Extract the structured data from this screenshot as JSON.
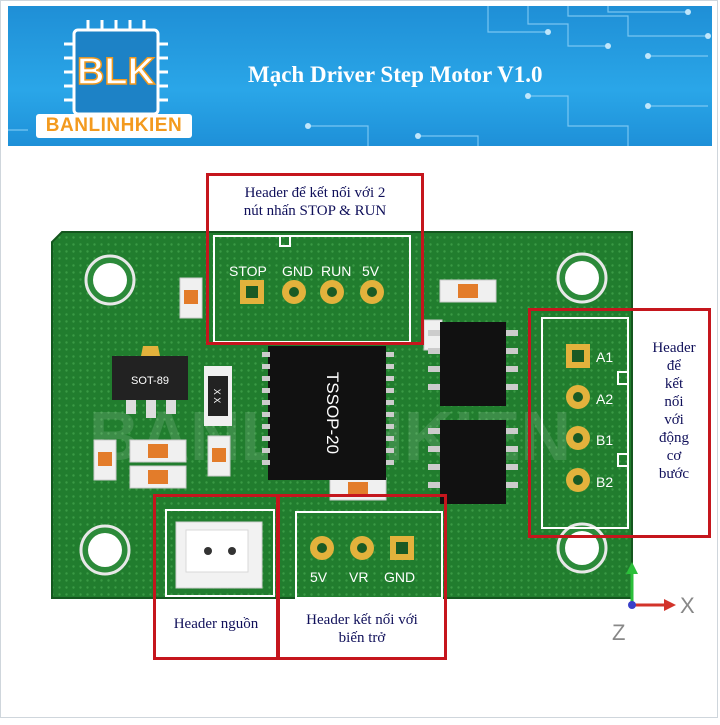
{
  "brand": {
    "logo_text": "BLK",
    "name": "BANLINHKIEN"
  },
  "title": "Mạch Driver Step Motor V1.0",
  "board": {
    "watermark": "BANLINHKIEN",
    "ic_sot": "SOT-89",
    "ic_tssop": "TSSOP-20",
    "resistor_mark": "X X",
    "top_header_pins": [
      "STOP",
      "GND",
      "RUN",
      "5V"
    ],
    "motor_header_pins": [
      "A1",
      "A2",
      "B1",
      "B2"
    ],
    "pot_header_pins": [
      "5V",
      "VR",
      "GND"
    ]
  },
  "callouts": {
    "top_header": [
      "Header để kết nối với 2",
      "nút nhấn STOP & RUN"
    ],
    "motor_header": [
      "Header",
      "để",
      "kết",
      "nối",
      "với",
      "động",
      "cơ",
      "bước"
    ],
    "power_header": "Header nguồn",
    "pot_header": [
      "Header kết nối với",
      "biến trở"
    ]
  },
  "axes": {
    "x": "X",
    "z": "Z"
  },
  "colors": {
    "banner": "#2aa6e8",
    "pcb": "#1f7a2c",
    "callout": "#c5161d",
    "brand_orange": "#f39a1e",
    "text": "#10105a"
  }
}
